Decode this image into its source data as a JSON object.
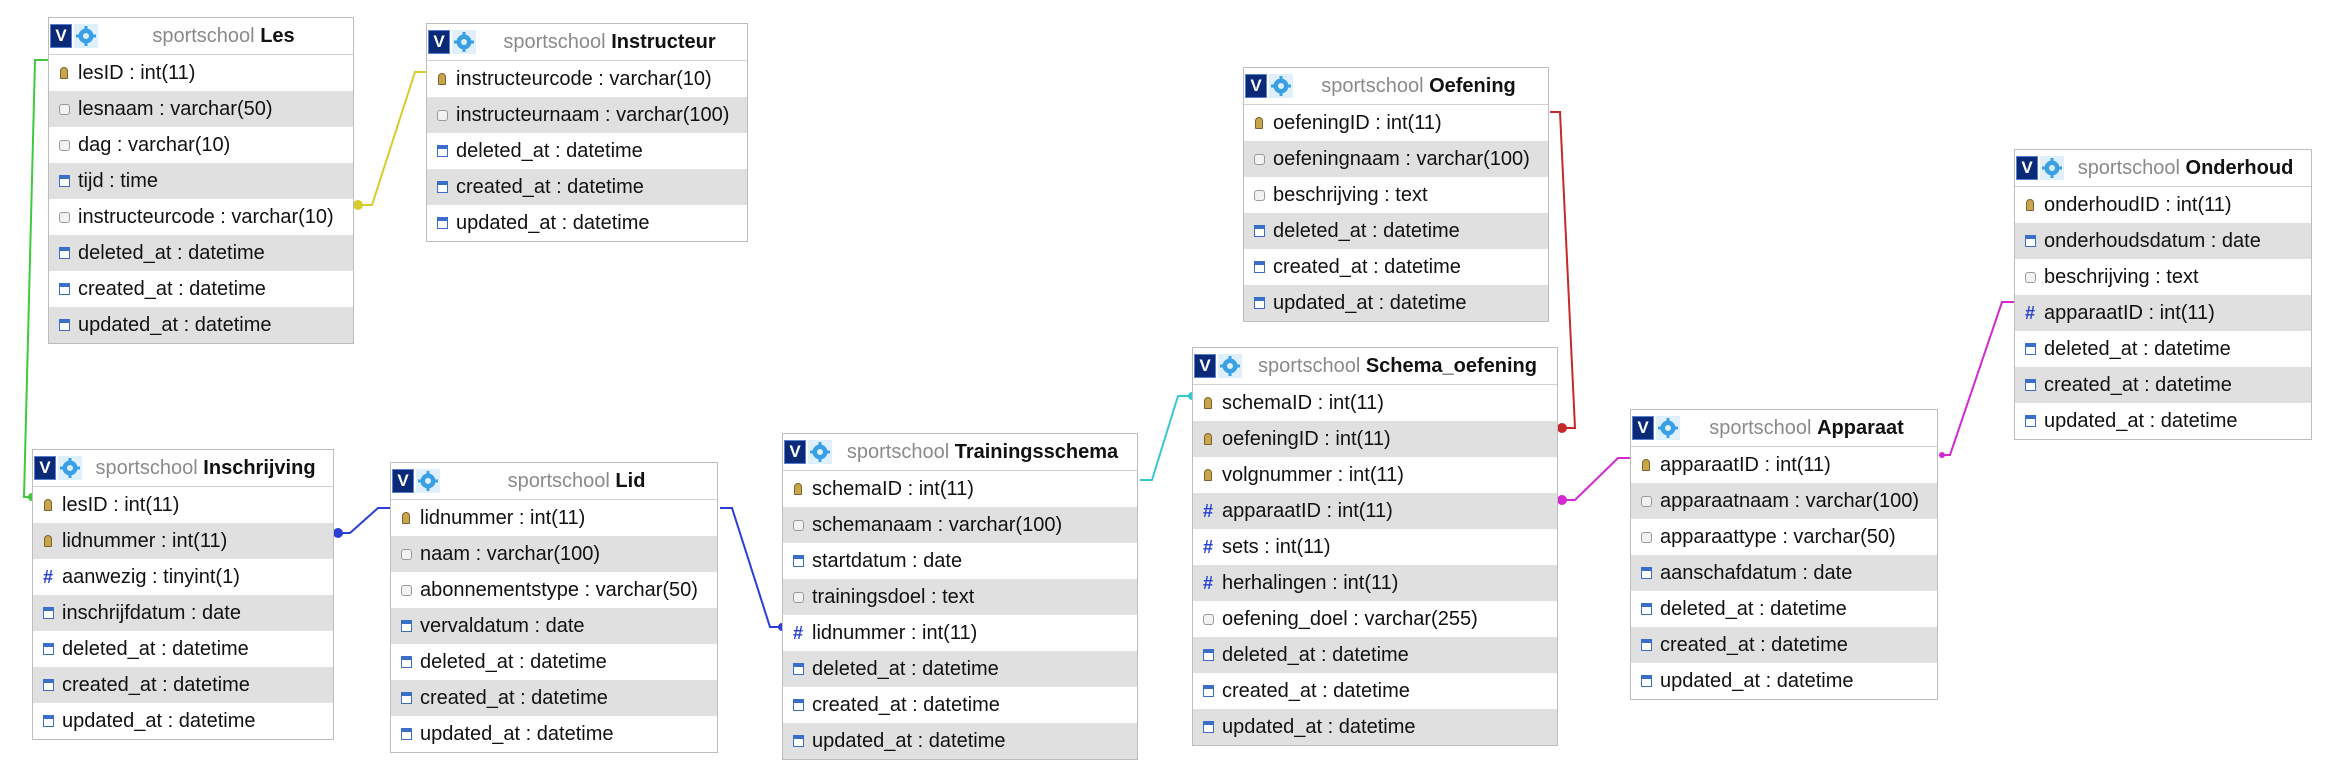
{
  "diagram": {
    "database": "sportschool",
    "tables": {
      "les": {
        "name": "Les",
        "columns": [
          {
            "icon": "key",
            "text": "lesID : int(11)"
          },
          {
            "icon": "string",
            "text": "lesnaam : varchar(50)"
          },
          {
            "icon": "string",
            "text": "dag : varchar(10)"
          },
          {
            "icon": "date",
            "text": "tijd : time"
          },
          {
            "icon": "string",
            "text": "instructeurcode : varchar(10)"
          },
          {
            "icon": "date",
            "text": "deleted_at : datetime"
          },
          {
            "icon": "date",
            "text": "created_at : datetime"
          },
          {
            "icon": "date",
            "text": "updated_at : datetime"
          }
        ]
      },
      "instructeur": {
        "name": "Instructeur",
        "columns": [
          {
            "icon": "key",
            "text": "instructeurcode : varchar(10)"
          },
          {
            "icon": "string",
            "text": "instructeurnaam : varchar(100)"
          },
          {
            "icon": "date",
            "text": "deleted_at : datetime"
          },
          {
            "icon": "date",
            "text": "created_at : datetime"
          },
          {
            "icon": "date",
            "text": "updated_at : datetime"
          }
        ]
      },
      "oefening": {
        "name": "Oefening",
        "columns": [
          {
            "icon": "key",
            "text": "oefeningID : int(11)"
          },
          {
            "icon": "string",
            "text": "oefeningnaam : varchar(100)"
          },
          {
            "icon": "string",
            "text": "beschrijving : text"
          },
          {
            "icon": "date",
            "text": "deleted_at : datetime"
          },
          {
            "icon": "date",
            "text": "created_at : datetime"
          },
          {
            "icon": "date",
            "text": "updated_at : datetime"
          }
        ]
      },
      "onderhoud": {
        "name": "Onderhoud",
        "columns": [
          {
            "icon": "key",
            "text": "onderhoudID : int(11)"
          },
          {
            "icon": "date",
            "text": "onderhoudsdatum : date"
          },
          {
            "icon": "string",
            "text": "beschrijving : text"
          },
          {
            "icon": "number",
            "text": "apparaatID : int(11)"
          },
          {
            "icon": "date",
            "text": "deleted_at : datetime"
          },
          {
            "icon": "date",
            "text": "created_at : datetime"
          },
          {
            "icon": "date",
            "text": "updated_at : datetime"
          }
        ]
      },
      "schema_oefening": {
        "name": "Schema_oefening",
        "columns": [
          {
            "icon": "key",
            "text": "schemaID : int(11)"
          },
          {
            "icon": "key",
            "text": "oefeningID : int(11)"
          },
          {
            "icon": "key",
            "text": "volgnummer : int(11)"
          },
          {
            "icon": "number",
            "text": "apparaatID : int(11)"
          },
          {
            "icon": "number",
            "text": "sets : int(11)"
          },
          {
            "icon": "number",
            "text": "herhalingen : int(11)"
          },
          {
            "icon": "string",
            "text": "oefening_doel : varchar(255)"
          },
          {
            "icon": "date",
            "text": "deleted_at : datetime"
          },
          {
            "icon": "date",
            "text": "created_at : datetime"
          },
          {
            "icon": "date",
            "text": "updated_at : datetime"
          }
        ]
      },
      "apparaat": {
        "name": "Apparaat",
        "columns": [
          {
            "icon": "key",
            "text": "apparaatID : int(11)"
          },
          {
            "icon": "string",
            "text": "apparaatnaam : varchar(100)"
          },
          {
            "icon": "string",
            "text": "apparaattype : varchar(50)"
          },
          {
            "icon": "date",
            "text": "aanschafdatum : date"
          },
          {
            "icon": "date",
            "text": "deleted_at : datetime"
          },
          {
            "icon": "date",
            "text": "created_at : datetime"
          },
          {
            "icon": "date",
            "text": "updated_at : datetime"
          }
        ]
      },
      "inschrijving": {
        "name": "Inschrijving",
        "columns": [
          {
            "icon": "key",
            "text": "lesID : int(11)"
          },
          {
            "icon": "key",
            "text": "lidnummer : int(11)"
          },
          {
            "icon": "number",
            "text": "aanwezig : tinyint(1)"
          },
          {
            "icon": "date",
            "text": "inschrijfdatum : date"
          },
          {
            "icon": "date",
            "text": "deleted_at : datetime"
          },
          {
            "icon": "date",
            "text": "created_at : datetime"
          },
          {
            "icon": "date",
            "text": "updated_at : datetime"
          }
        ]
      },
      "lid": {
        "name": "Lid",
        "columns": [
          {
            "icon": "key",
            "text": "lidnummer : int(11)"
          },
          {
            "icon": "string",
            "text": "naam : varchar(100)"
          },
          {
            "icon": "string",
            "text": "abonnementstype : varchar(50)"
          },
          {
            "icon": "date",
            "text": "vervaldatum : date"
          },
          {
            "icon": "date",
            "text": "deleted_at : datetime"
          },
          {
            "icon": "date",
            "text": "created_at : datetime"
          },
          {
            "icon": "date",
            "text": "updated_at : datetime"
          }
        ]
      },
      "trainingsschema": {
        "name": "Trainingsschema",
        "columns": [
          {
            "icon": "key",
            "text": "schemaID : int(11)"
          },
          {
            "icon": "string",
            "text": "schemanaam : varchar(100)"
          },
          {
            "icon": "date",
            "text": "startdatum : date"
          },
          {
            "icon": "string",
            "text": "trainingsdoel : text"
          },
          {
            "icon": "number",
            "text": "lidnummer : int(11)"
          },
          {
            "icon": "date",
            "text": "deleted_at : datetime"
          },
          {
            "icon": "date",
            "text": "created_at : datetime"
          },
          {
            "icon": "date",
            "text": "updated_at : datetime"
          }
        ]
      }
    },
    "relations": [
      {
        "from": "inschrijving.lesID",
        "to": "les.lesID",
        "color": "#3ec93e"
      },
      {
        "from": "les.instructeurcode",
        "to": "instructeur.instructeurcode",
        "color": "#d8cc2a"
      },
      {
        "from": "inschrijving.lidnummer",
        "to": "lid.lidnummer",
        "color": "#2a3fd4"
      },
      {
        "from": "trainingsschema.lidnummer",
        "to": "lid.lidnummer",
        "color": "#2a3fd4"
      },
      {
        "from": "schema_oefening.schemaID",
        "to": "trainingsschema.schemaID",
        "color": "#35c8d0"
      },
      {
        "from": "schema_oefening.oefeningID",
        "to": "oefening.oefeningID",
        "color": "#c42a2a"
      },
      {
        "from": "schema_oefening.apparaatID",
        "to": "apparaat.apparaatID",
        "color": "#d22ad0"
      },
      {
        "from": "onderhoud.apparaatID",
        "to": "apparaat.apparaatID",
        "color": "#d22ad0"
      }
    ]
  }
}
